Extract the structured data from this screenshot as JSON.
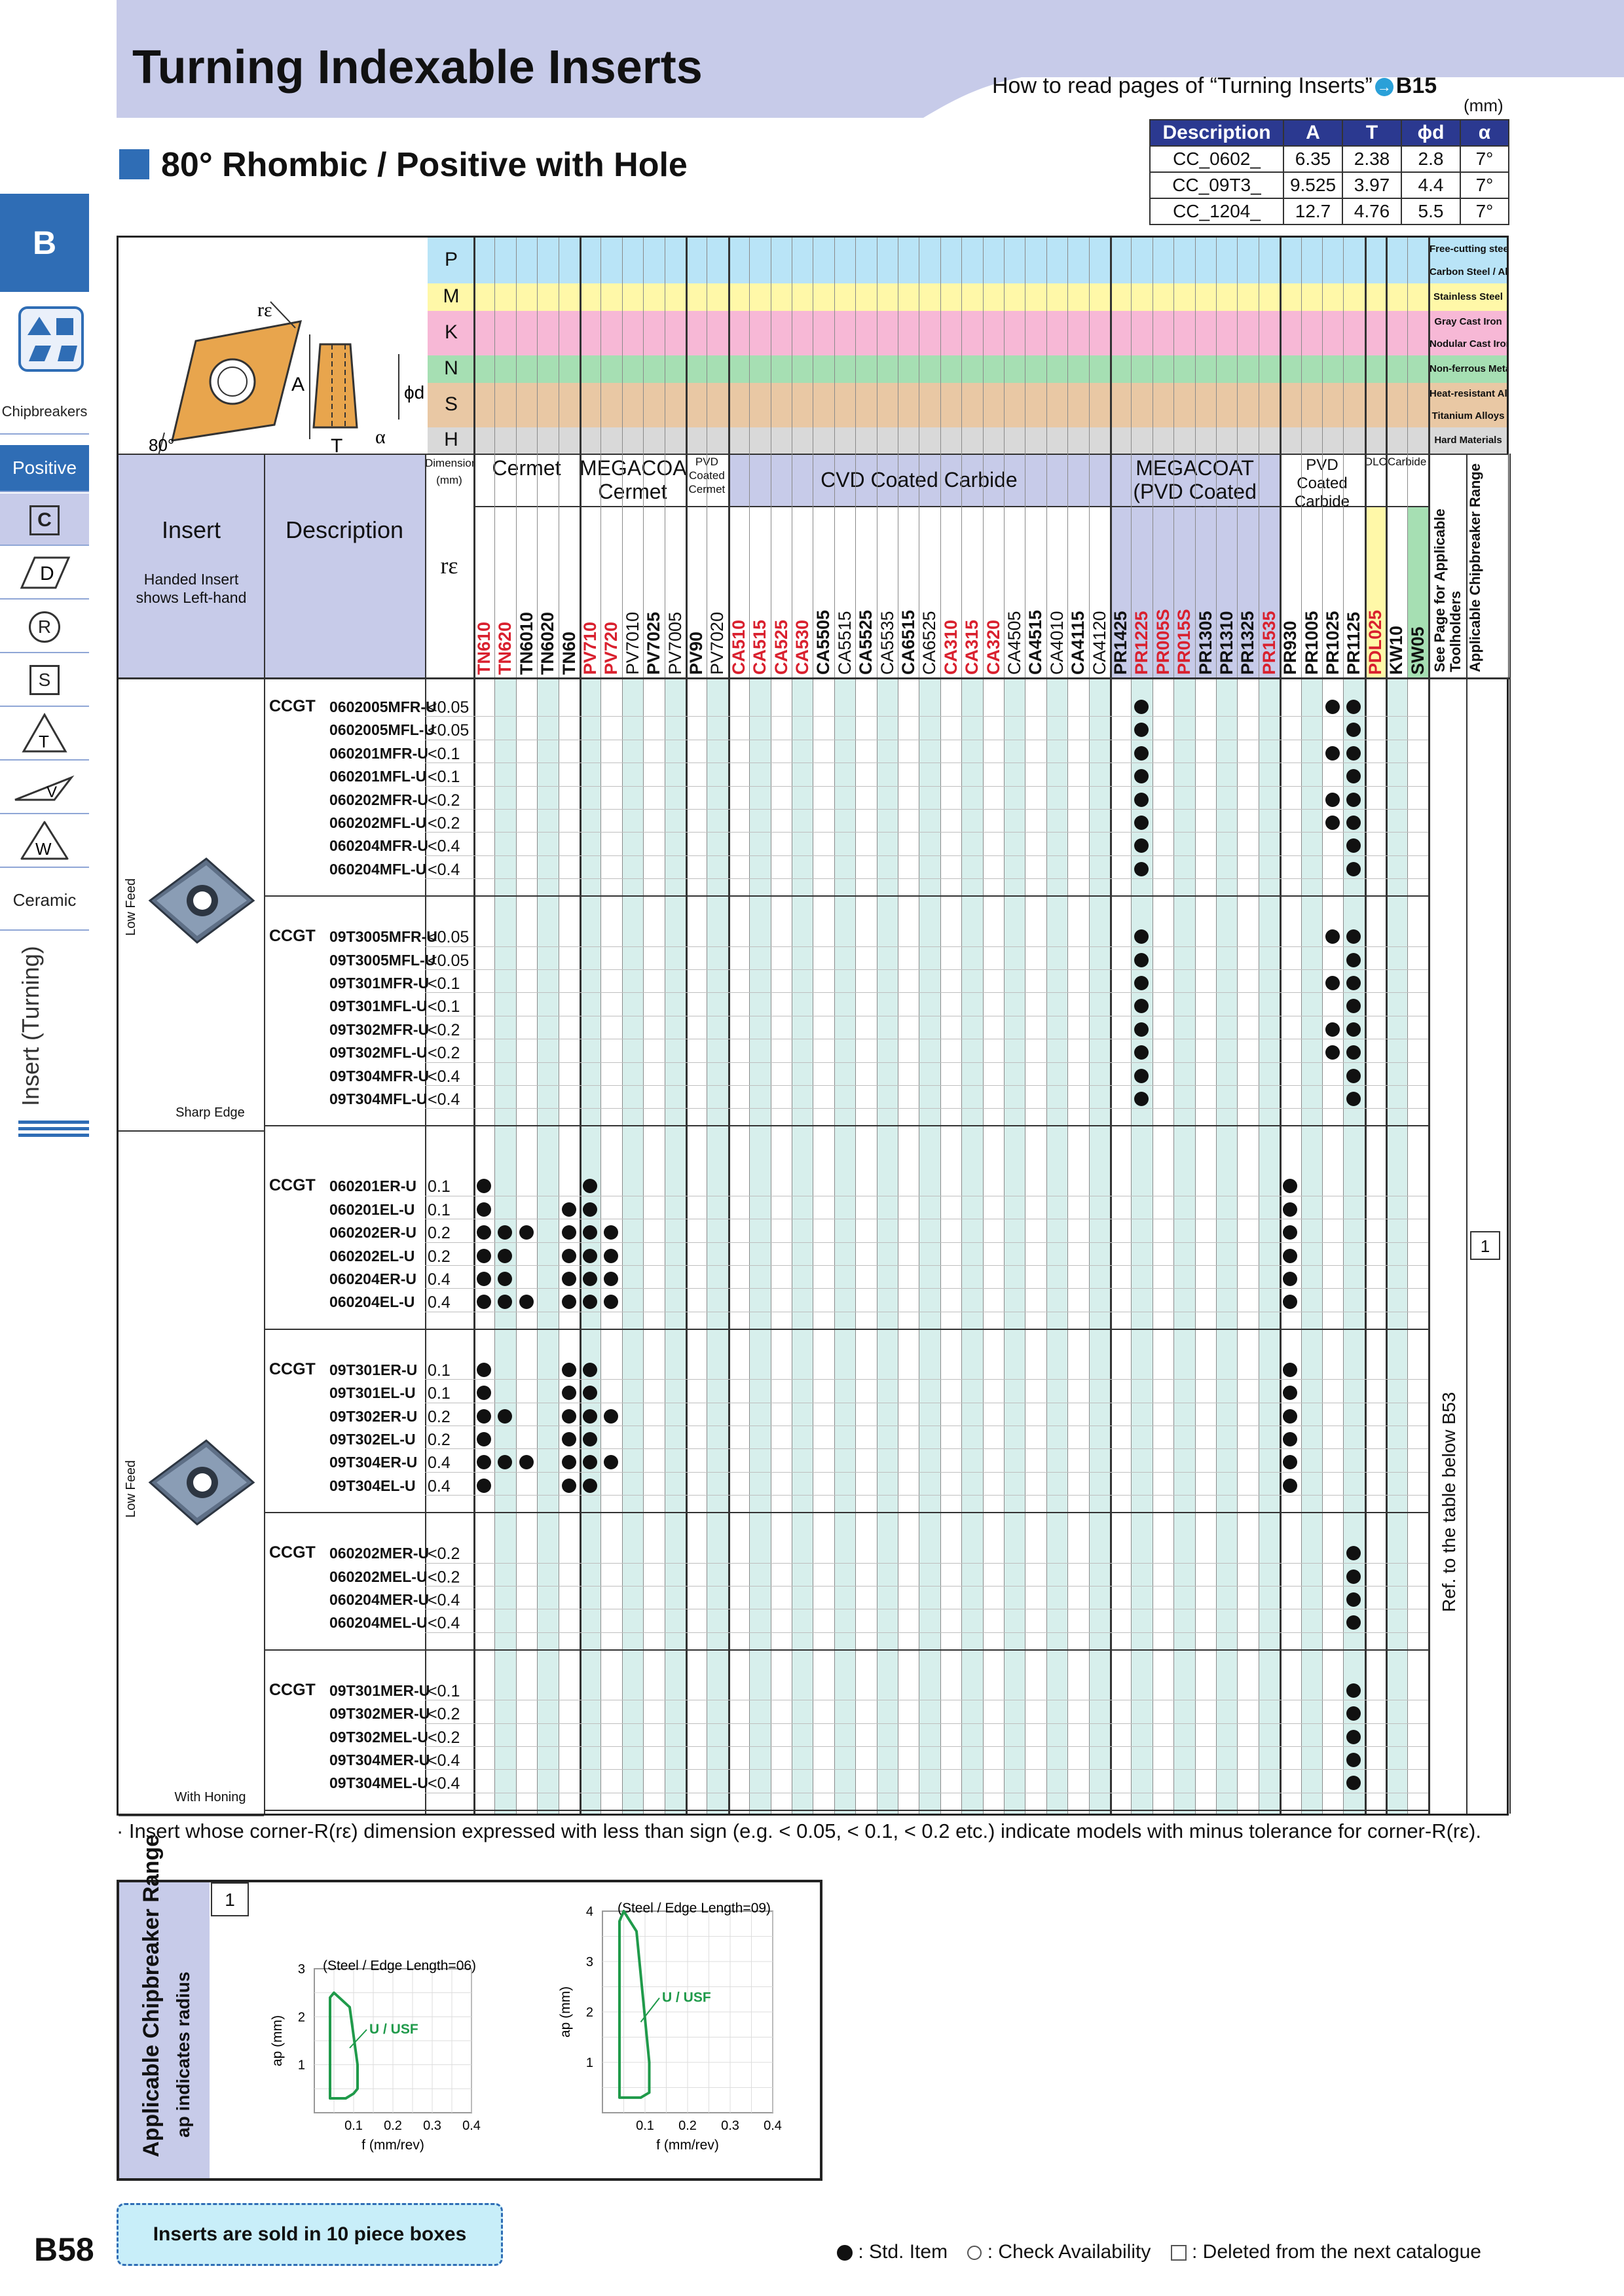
{
  "header": {
    "title": "Turning Indexable Inserts",
    "howto_text": "How to read pages of “Turning Inserts”",
    "howto_ref": "B15",
    "unit": "(mm)"
  },
  "section": {
    "title": "80° Rhombic / Positive with Hole"
  },
  "dims_table": {
    "headers": [
      "Description",
      "A",
      "T",
      "ϕd",
      "α"
    ],
    "rows": [
      [
        "CC_0602_",
        "6.35",
        "2.38",
        "2.8",
        "7°"
      ],
      [
        "CC_09T3_",
        "9.525",
        "3.97",
        "4.4",
        "7°"
      ],
      [
        "CC_1204_",
        "12.7",
        "4.76",
        "5.5",
        "7°"
      ]
    ]
  },
  "sidebar": {
    "badge": "B",
    "chipbreakers": "Chipbreakers",
    "positive": "Positive",
    "shapes": [
      "C",
      "D",
      "R",
      "S",
      "T",
      "V",
      "W"
    ],
    "ceramic": "Ceramic",
    "vertical": "Insert (Turning)"
  },
  "diagram": {
    "re": "rε",
    "a": "A",
    "t": "T",
    "phid": "ϕd",
    "alpha": "α",
    "angle": "80°"
  },
  "materials": [
    {
      "letter": "P",
      "color": "#b9e4f7",
      "notes": [
        "Free-cutting steel",
        "Carbon Steel / Alloy Steel"
      ]
    },
    {
      "letter": "M",
      "color": "#fff8a8",
      "notes": [
        "Stainless Steel"
      ]
    },
    {
      "letter": "K",
      "color": "#f7b8d6",
      "notes": [
        "Gray Cast Iron",
        "Nodular Cast Iron"
      ]
    },
    {
      "letter": "N",
      "color": "#a6dfb3",
      "notes": [
        "Non-ferrous Metals"
      ]
    },
    {
      "letter": "S",
      "color": "#e9c8a4",
      "notes": [
        "Heat-resistant Alloys",
        "Titanium Alloys"
      ]
    },
    {
      "letter": "H",
      "color": "#d9d9d9",
      "notes": [
        "Hard Materials"
      ]
    }
  ],
  "table_head": {
    "insert": "Insert",
    "handed": "Handed Insert shows Left-hand",
    "description": "Description",
    "dimension": "Dimension (mm)",
    "re": "rε",
    "groups": [
      "Cermet",
      "MEGACOAT Cermet",
      "PVD Coated Cermet",
      "CVD Coated Carbide",
      "MEGACOAT (PVD Coated Carbide)",
      "PVD Coated Carbide",
      "DLC",
      "Carbide"
    ],
    "see_page": "See Page for Applicable Toolholders",
    "chip_range": "Applicable Chipbreaker Range",
    "ref_note": "Ref. to the table below B53",
    "chip_ref": "1"
  },
  "grades": [
    {
      "name": "TN610",
      "color": "#d9202e"
    },
    {
      "name": "TN620",
      "color": "#d9202e"
    },
    {
      "name": "TN6010",
      "color": "#111"
    },
    {
      "name": "TN6020",
      "color": "#111"
    },
    {
      "name": "TN60",
      "color": "#111"
    },
    {
      "name": "PV710",
      "color": "#d9202e"
    },
    {
      "name": "PV720",
      "color": "#d9202e"
    },
    {
      "name": "PV7010",
      "color": "#111"
    },
    {
      "name": "PV7025",
      "color": "#111"
    },
    {
      "name": "PV7005",
      "color": "#111"
    },
    {
      "name": "PV90",
      "color": "#111"
    },
    {
      "name": "PV7020",
      "color": "#111"
    },
    {
      "name": "CA510",
      "color": "#d9202e"
    },
    {
      "name": "CA515",
      "color": "#d9202e"
    },
    {
      "name": "CA525",
      "color": "#d9202e"
    },
    {
      "name": "CA530",
      "color": "#d9202e"
    },
    {
      "name": "CA5505",
      "color": "#111"
    },
    {
      "name": "CA5515",
      "color": "#111"
    },
    {
      "name": "CA5525",
      "color": "#111"
    },
    {
      "name": "CA5535",
      "color": "#111"
    },
    {
      "name": "CA6515",
      "color": "#111"
    },
    {
      "name": "CA6525",
      "color": "#111"
    },
    {
      "name": "CA310",
      "color": "#d9202e"
    },
    {
      "name": "CA315",
      "color": "#d9202e"
    },
    {
      "name": "CA320",
      "color": "#d9202e"
    },
    {
      "name": "CA4505",
      "color": "#111"
    },
    {
      "name": "CA4515",
      "color": "#111"
    },
    {
      "name": "CA4010",
      "color": "#111"
    },
    {
      "name": "CA4115",
      "color": "#111"
    },
    {
      "name": "CA4120",
      "color": "#111"
    },
    {
      "name": "PR1425",
      "color": "#111"
    },
    {
      "name": "PR1225",
      "color": "#d9202e"
    },
    {
      "name": "PR005S",
      "color": "#d9202e"
    },
    {
      "name": "PR015S",
      "color": "#d9202e"
    },
    {
      "name": "PR1305",
      "color": "#111"
    },
    {
      "name": "PR1310",
      "color": "#111"
    },
    {
      "name": "PR1325",
      "color": "#111"
    },
    {
      "name": "PR1535",
      "color": "#d9202e"
    },
    {
      "name": "PR930",
      "color": "#111"
    },
    {
      "name": "PR1005",
      "color": "#111"
    },
    {
      "name": "PR1025",
      "color": "#111"
    },
    {
      "name": "PR1125",
      "color": "#111"
    },
    {
      "name": "PDL025",
      "color": "#d9202e"
    },
    {
      "name": "KW10",
      "color": "#111"
    },
    {
      "name": "SW05",
      "color": "#111"
    }
  ],
  "row_groups": [
    {
      "feed": "Low Feed",
      "edge": "Sharp Edge",
      "blocks": [
        {
          "series": "CCGT",
          "items": [
            {
              "code": "0602005MFR-U",
              "re": "<0.05",
              "dots": [
                31,
                40,
                41
              ]
            },
            {
              "code": "0602005MFL-U",
              "re": "<0.05",
              "dots": [
                31,
                41
              ]
            },
            {
              "code": "060201MFR-U",
              "re": "<0.1",
              "dots": [
                31,
                40,
                41
              ]
            },
            {
              "code": "060201MFL-U",
              "re": "<0.1",
              "dots": [
                31,
                41
              ]
            },
            {
              "code": "060202MFR-U",
              "re": "<0.2",
              "dots": [
                31,
                40,
                41
              ]
            },
            {
              "code": "060202MFL-U",
              "re": "<0.2",
              "dots": [
                31,
                40,
                41
              ]
            },
            {
              "code": "060204MFR-U",
              "re": "<0.4",
              "dots": [
                31,
                41
              ]
            },
            {
              "code": "060204MFL-U",
              "re": "<0.4",
              "dots": [
                31,
                41
              ]
            }
          ]
        },
        {
          "series": "CCGT",
          "items": [
            {
              "code": "09T3005MFR-U",
              "re": "<0.05",
              "dots": [
                31,
                40,
                41
              ]
            },
            {
              "code": "09T3005MFL-U",
              "re": "<0.05",
              "dots": [
                31,
                41
              ]
            },
            {
              "code": "09T301MFR-U",
              "re": "<0.1",
              "dots": [
                31,
                40,
                41
              ]
            },
            {
              "code": "09T301MFL-U",
              "re": "<0.1",
              "dots": [
                31,
                41
              ]
            },
            {
              "code": "09T302MFR-U",
              "re": "<0.2",
              "dots": [
                31,
                40,
                41
              ]
            },
            {
              "code": "09T302MFL-U",
              "re": "<0.2",
              "dots": [
                31,
                40,
                41
              ]
            },
            {
              "code": "09T304MFR-U",
              "re": "<0.4",
              "dots": [
                31,
                41
              ]
            },
            {
              "code": "09T304MFL-U",
              "re": "<0.4",
              "dots": [
                31,
                41
              ]
            }
          ]
        }
      ]
    },
    {
      "feed": "Low Feed",
      "edge": "With Honing",
      "blocks": [
        {
          "series": "CCGT",
          "items": [
            {
              "code": "060201ER-U",
              "re": "0.1",
              "dots": [
                0,
                5,
                38
              ]
            },
            {
              "code": "060201EL-U",
              "re": "0.1",
              "dots": [
                0,
                4,
                5,
                38
              ]
            },
            {
              "code": "060202ER-U",
              "re": "0.2",
              "dots": [
                0,
                1,
                2,
                4,
                5,
                6,
                38
              ]
            },
            {
              "code": "060202EL-U",
              "re": "0.2",
              "dots": [
                0,
                1,
                4,
                5,
                6,
                38
              ]
            },
            {
              "code": "060204ER-U",
              "re": "0.4",
              "dots": [
                0,
                1,
                4,
                5,
                6,
                38
              ]
            },
            {
              "code": "060204EL-U",
              "re": "0.4",
              "dots": [
                0,
                1,
                2,
                4,
                5,
                6,
                38
              ]
            }
          ]
        },
        {
          "series": "CCGT",
          "items": [
            {
              "code": "09T301ER-U",
              "re": "0.1",
              "dots": [
                0,
                4,
                5,
                38
              ]
            },
            {
              "code": "09T301EL-U",
              "re": "0.1",
              "dots": [
                0,
                4,
                5,
                38
              ]
            },
            {
              "code": "09T302ER-U",
              "re": "0.2",
              "dots": [
                0,
                1,
                4,
                5,
                6,
                38
              ]
            },
            {
              "code": "09T302EL-U",
              "re": "0.2",
              "dots": [
                0,
                4,
                5,
                38
              ]
            },
            {
              "code": "09T304ER-U",
              "re": "0.4",
              "dots": [
                0,
                1,
                2,
                4,
                5,
                6,
                38
              ]
            },
            {
              "code": "09T304EL-U",
              "re": "0.4",
              "dots": [
                0,
                4,
                5,
                38
              ]
            }
          ]
        },
        {
          "series": "CCGT",
          "items": [
            {
              "code": "060202MER-U",
              "re": "<0.2",
              "dots": [
                41
              ]
            },
            {
              "code": "060202MEL-U",
              "re": "<0.2",
              "dots": [
                41
              ]
            },
            {
              "code": "060204MER-U",
              "re": "<0.4",
              "dots": [
                41
              ]
            },
            {
              "code": "060204MEL-U",
              "re": "<0.4",
              "dots": [
                41
              ]
            }
          ]
        },
        {
          "series": "CCGT",
          "items": [
            {
              "code": "09T301MER-U",
              "re": "<0.1",
              "dots": [
                41
              ]
            },
            {
              "code": "09T302MER-U",
              "re": "<0.2",
              "dots": [
                41
              ]
            },
            {
              "code": "09T302MEL-U",
              "re": "<0.2",
              "dots": [
                41
              ]
            },
            {
              "code": "09T304MER-U",
              "re": "<0.4",
              "dots": [
                41
              ]
            },
            {
              "code": "09T304MEL-U",
              "re": "<0.4",
              "dots": [
                41
              ]
            }
          ]
        }
      ]
    }
  ],
  "note": "· Insert whose corner-R(rε) dimension expressed with less than sign (e.g. < 0.05, < 0.1, < 0.2 etc.) indicate models with minus tolerance for corner-R(rε).",
  "chart_panel": {
    "side_title": "Applicable Chipbreaker Range",
    "side_sub": "ap indicates radius",
    "ref": "1"
  },
  "chart_data": [
    {
      "type": "area",
      "title": "(Steel / Edge Length=06)",
      "xlabel": "f (mm/rev)",
      "ylabel": "ap (mm)",
      "xlim": [
        0,
        0.4
      ],
      "ylim": [
        0,
        3
      ],
      "xticks": [
        "0.1",
        "0.2",
        "0.3",
        "0.4"
      ],
      "yticks": [
        "1",
        "2",
        "3"
      ],
      "series": [
        {
          "name": "U / USF",
          "x": [
            0.04,
            0.06,
            0.08,
            0.1,
            0.11,
            0.11,
            0.09,
            0.05,
            0.04,
            0.04
          ],
          "y": [
            0.3,
            0.3,
            0.3,
            0.4,
            0.5,
            1.0,
            2.2,
            2.5,
            2.4,
            0.3
          ]
        }
      ]
    },
    {
      "type": "area",
      "title": "(Steel / Edge Length=09)",
      "xlabel": "f (mm/rev)",
      "ylabel": "ap (mm)",
      "xlim": [
        0,
        0.4
      ],
      "ylim": [
        0,
        4
      ],
      "xticks": [
        "0.1",
        "0.2",
        "0.3",
        "0.4"
      ],
      "yticks": [
        "1",
        "2",
        "3",
        "4"
      ],
      "series": [
        {
          "name": "U / USF",
          "x": [
            0.04,
            0.06,
            0.09,
            0.11,
            0.11,
            0.08,
            0.05,
            0.04,
            0.04
          ],
          "y": [
            0.3,
            0.3,
            0.3,
            0.4,
            1.0,
            3.6,
            4.0,
            3.8,
            0.3
          ]
        }
      ]
    }
  ],
  "footer": {
    "box": "Inserts are sold in 10 piece boxes",
    "page": "B58",
    "legend_std": ": Std. Item",
    "legend_check": ": Check Availability",
    "legend_deleted": ": Deleted from the next catalogue"
  }
}
